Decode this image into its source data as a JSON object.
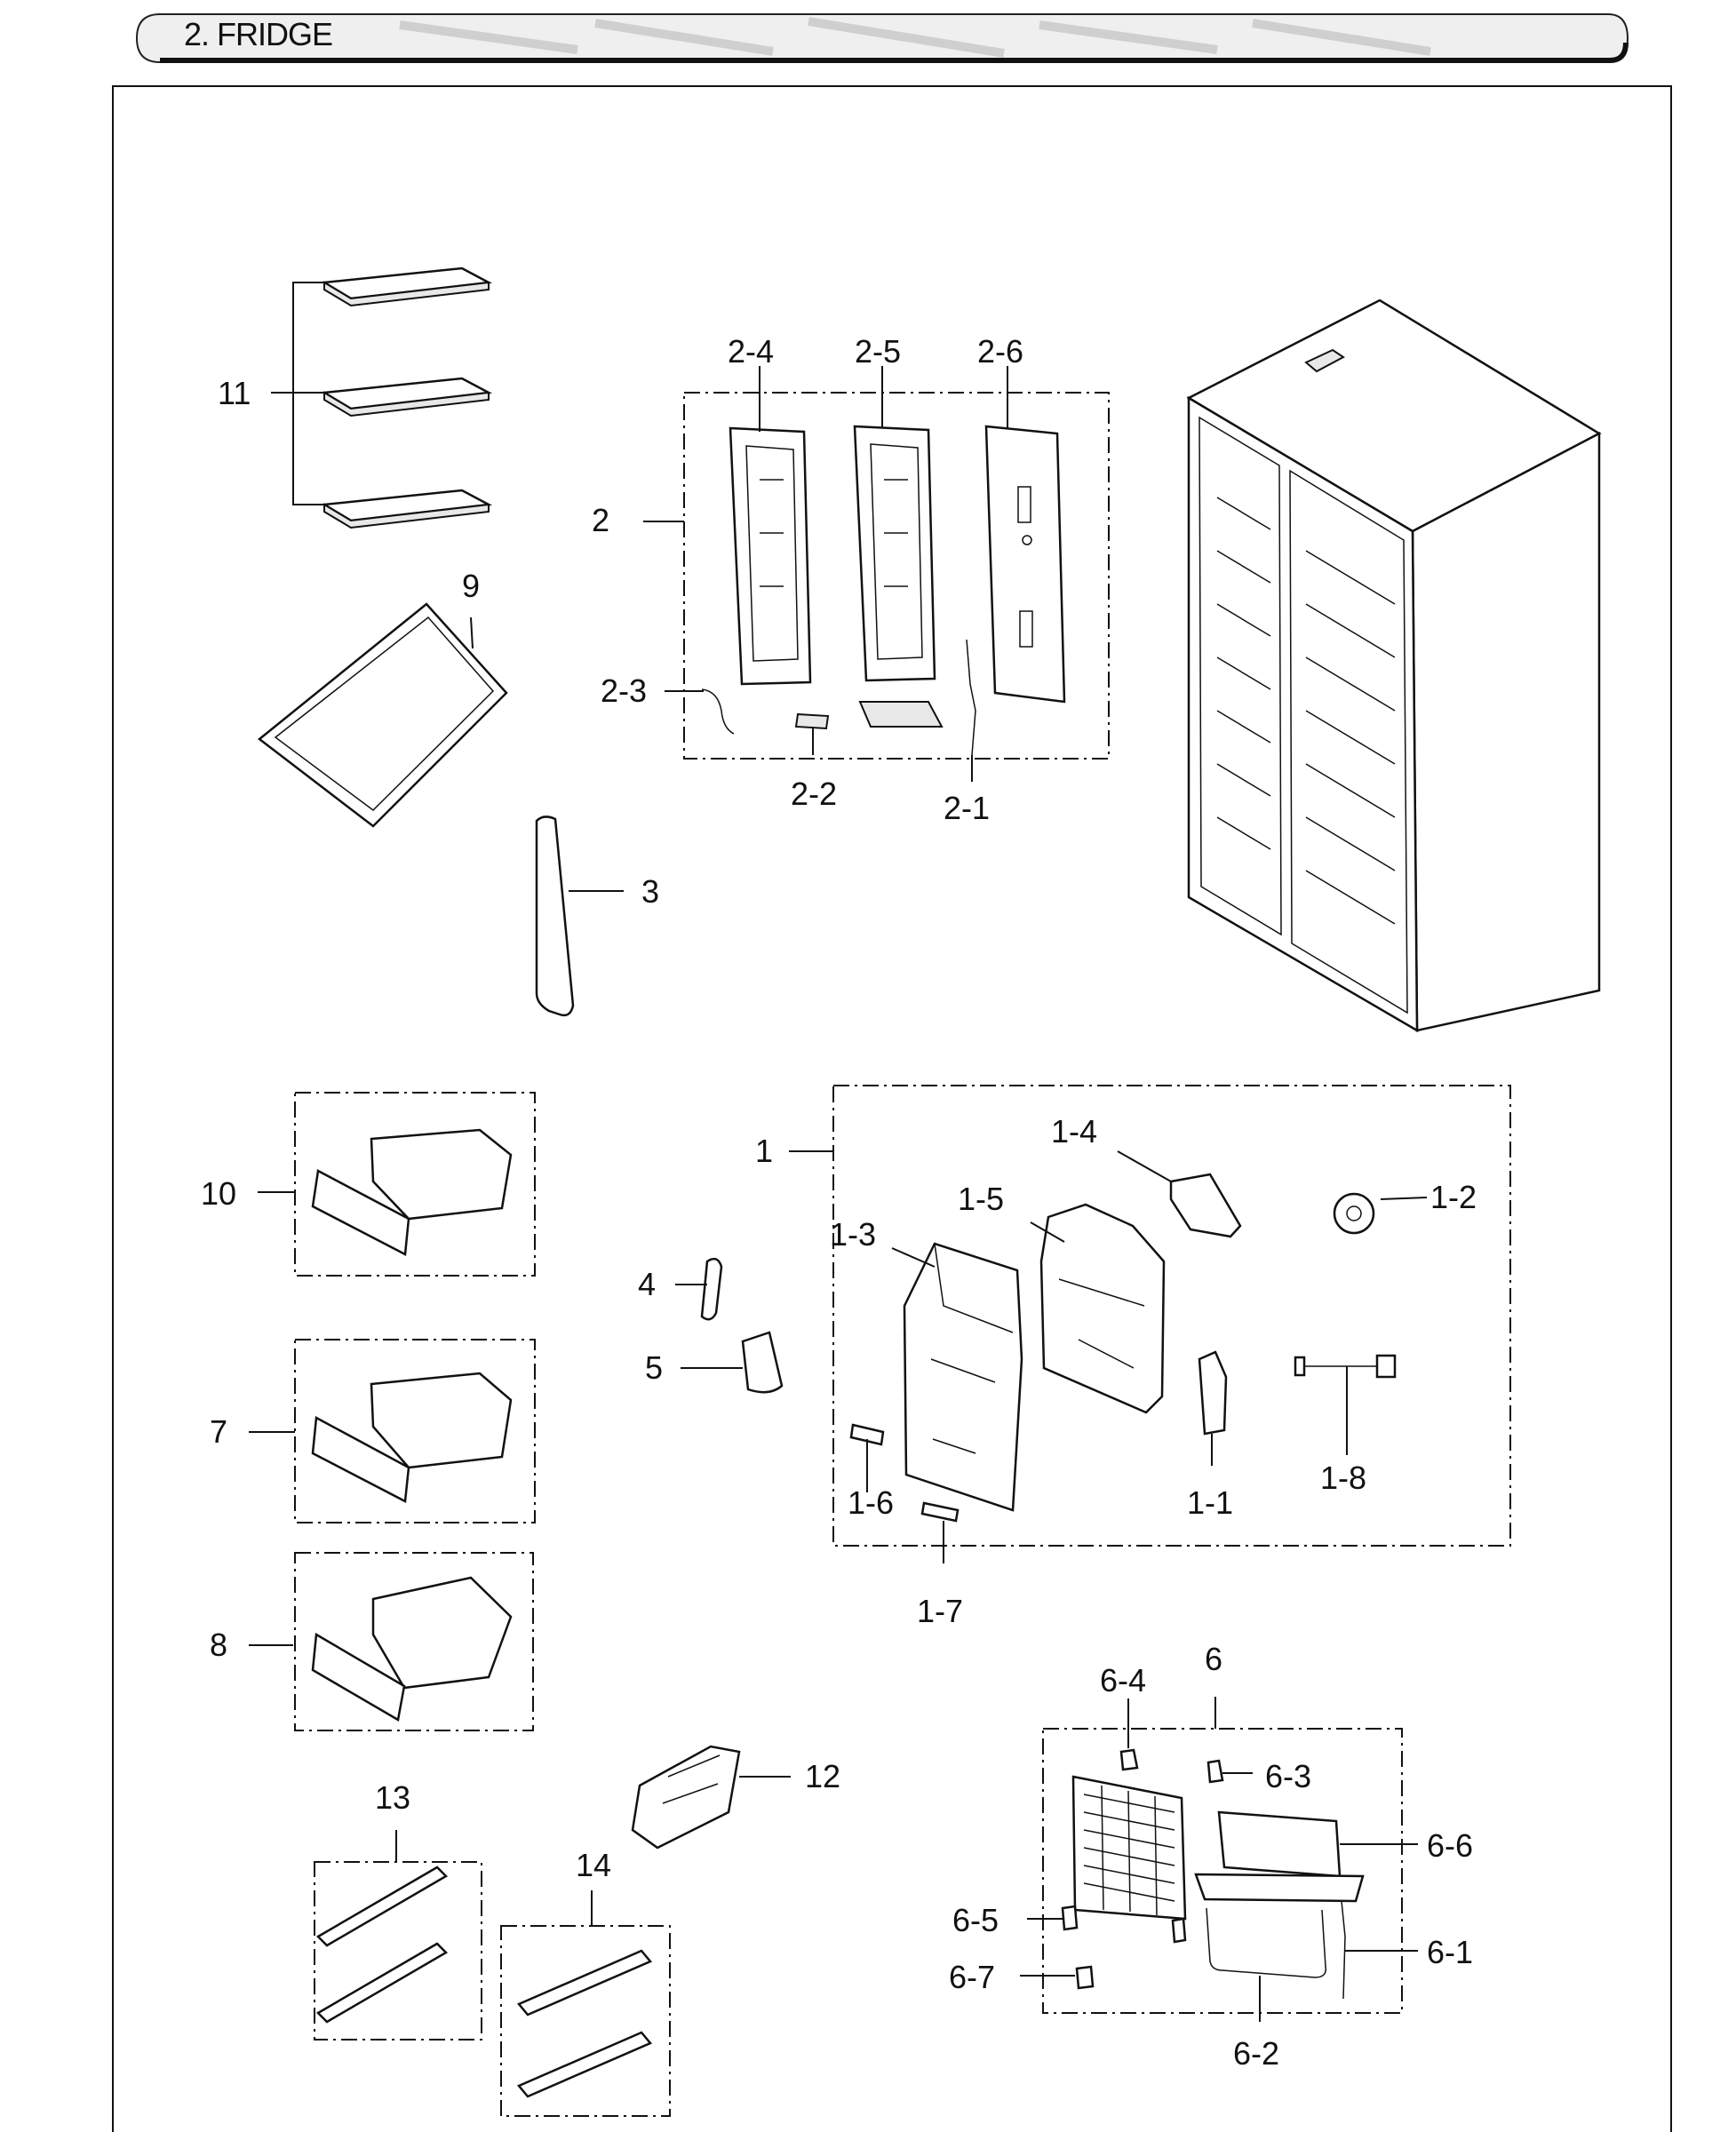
{
  "header": {
    "title": "2. FRIDGE"
  },
  "callouts": {
    "c1": "1",
    "c1_1": "1-1",
    "c1_2": "1-2",
    "c1_3": "1-3",
    "c1_4": "1-4",
    "c1_5": "1-5",
    "c1_6": "1-6",
    "c1_7": "1-7",
    "c1_8": "1-8",
    "c2": "2",
    "c2_1": "2-1",
    "c2_2": "2-2",
    "c2_3": "2-3",
    "c2_4": "2-4",
    "c2_5": "2-5",
    "c2_6": "2-6",
    "c3": "3",
    "c4": "4",
    "c5": "5",
    "c6": "6",
    "c6_1": "6-1",
    "c6_2": "6-2",
    "c6_3": "6-3",
    "c6_4": "6-4",
    "c6_5": "6-5",
    "c6_6": "6-6",
    "c6_7": "6-7",
    "c7": "7",
    "c8": "8",
    "c9": "9",
    "c10": "10",
    "c11": "11",
    "c12": "12",
    "c13": "13",
    "c14": "14"
  }
}
